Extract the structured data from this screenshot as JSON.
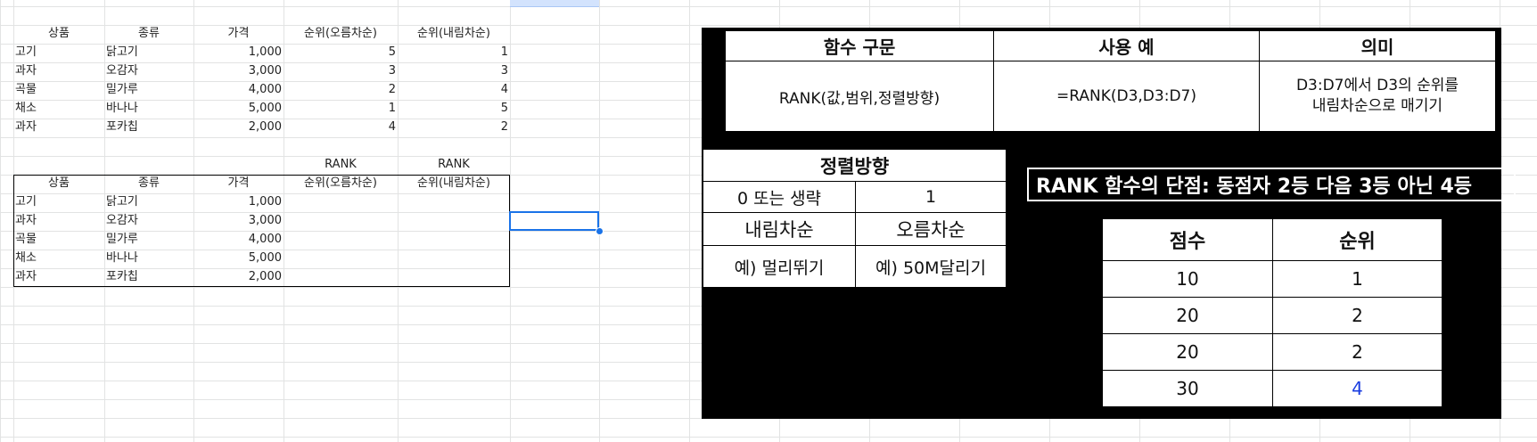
{
  "top_table": {
    "headers": [
      "상품",
      "종류",
      "가격",
      "순위(오름차순)",
      "순위(내림차순)"
    ],
    "rows": [
      [
        "고기",
        "닭고기",
        "1,000",
        "5",
        "1"
      ],
      [
        "과자",
        "오감자",
        "3,000",
        "3",
        "3"
      ],
      [
        "곡물",
        "밀가루",
        "4,000",
        "2",
        "4"
      ],
      [
        "채소",
        "바나나",
        "5,000",
        "1",
        "5"
      ],
      [
        "과자",
        "포카칩",
        "2,000",
        "4",
        "2"
      ]
    ]
  },
  "bottom_table": {
    "rank_labels": [
      "RANK",
      "RANK"
    ],
    "headers": [
      "상품",
      "종류",
      "가격",
      "순위(오름차순)",
      "순위(내림차순)"
    ],
    "rows": [
      [
        "고기",
        "닭고기",
        "1,000"
      ],
      [
        "과자",
        "오감자",
        "3,000"
      ],
      [
        "곡물",
        "밀가루",
        "4,000"
      ],
      [
        "채소",
        "바나나",
        "5,000"
      ],
      [
        "과자",
        "포카칩",
        "2,000"
      ]
    ]
  },
  "image": {
    "syntax_table": {
      "headers": [
        "함수 구문",
        "사용 예",
        "의미"
      ],
      "row": [
        "RANK(값,범위,정렬방향)",
        "=RANK(D3,D3:D7)",
        "D3:D7에서 D3의 순위를\n내림차순으로 매기기"
      ]
    },
    "sort_table": {
      "title": "정렬방향",
      "rows": [
        [
          "0 또는 생략",
          "1"
        ],
        [
          "내림차순",
          "오름차순"
        ],
        [
          "예) 멀리뛰기",
          "예) 50M달리기"
        ]
      ]
    },
    "banner": "RANK 함수의 단점: 동점자 2등 다음 3등 아닌 4등",
    "score_table": {
      "headers": [
        "점수",
        "순위"
      ],
      "rows": [
        [
          "10",
          "1"
        ],
        [
          "20",
          "2"
        ],
        [
          "20",
          "2"
        ],
        [
          "30",
          "4"
        ]
      ]
    },
    "highlight_color": "#1a3de0"
  }
}
